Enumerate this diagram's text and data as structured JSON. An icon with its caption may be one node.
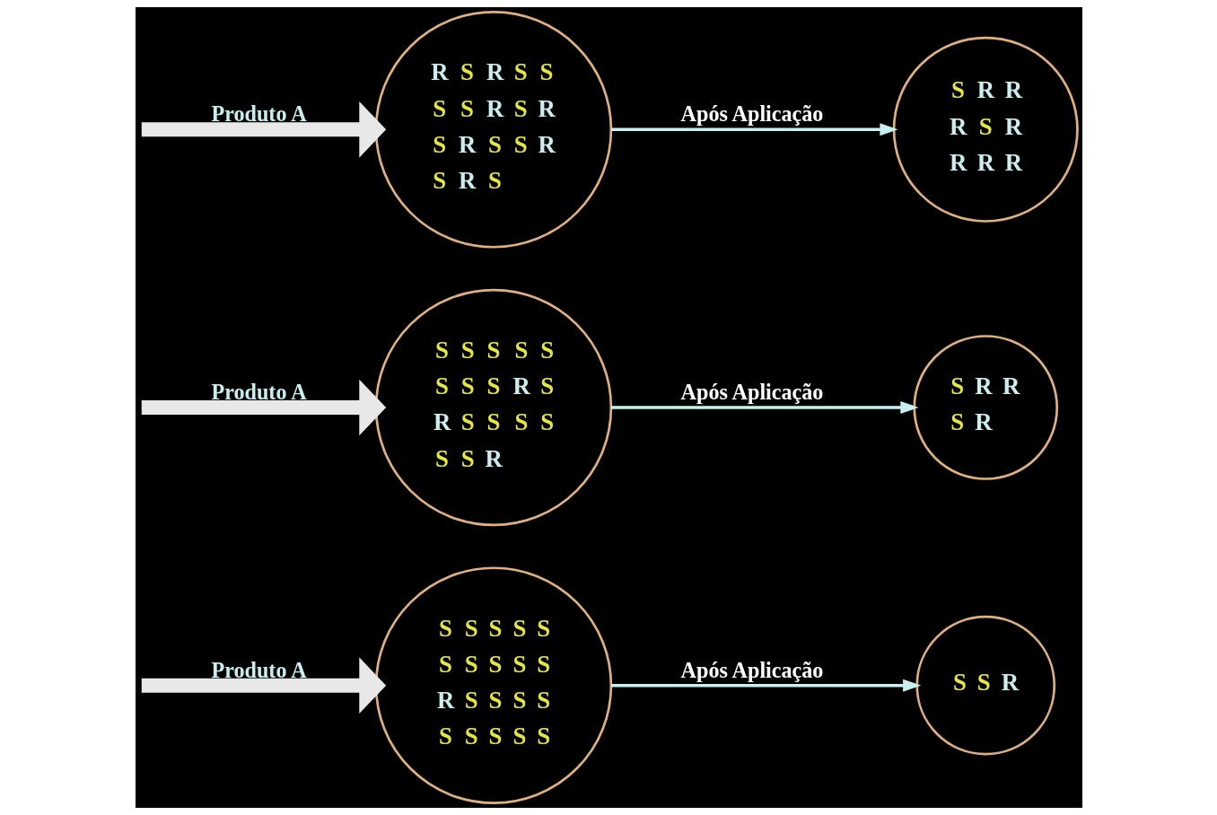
{
  "diagram": {
    "nodes": [
      {
        "text": [
          "S",
          "S",
          "S",
          "S",
          "S",
          "S",
          "S",
          "S",
          "S",
          "S",
          "R",
          "S",
          "S",
          "S",
          "S",
          "S",
          "S",
          "S",
          "S",
          "S"
        ]
      },
      {
        "text": [
          "S",
          "S",
          "R"
        ]
      },
      {
        "text": [
          "S",
          "S",
          "S",
          "S",
          "S",
          "S",
          "S",
          "S",
          "R",
          "S",
          "R",
          "S",
          "S",
          "S",
          "S",
          "S",
          "S",
          "R"
        ]
      },
      {
        "text": [
          "S",
          "R",
          "R",
          "S",
          "R"
        ]
      },
      {
        "text": [
          "R",
          "S",
          "R",
          "S",
          "S",
          "S",
          "S",
          "R",
          "S",
          "R",
          "S",
          "R",
          "S",
          "S",
          "R",
          "S",
          "R",
          "S"
        ]
      },
      {
        "text": [
          "S",
          "R",
          "R",
          "R",
          "S",
          "R",
          "R",
          "R",
          "R"
        ]
      }
    ],
    "edges": [
      {
        "from": null,
        "to": 0,
        "arrow": "to",
        "label": "Produto A",
        "style": "thick",
        "color": "#e8e8e8"
      },
      {
        "from": 0,
        "to": 1,
        "arrow": "to",
        "label": "Após Aplicação"
      },
      {
        "from": null,
        "to": 2,
        "arrow": "to",
        "label": "Produto A",
        "style": "thick",
        "color": "#e8e8e8"
      },
      {
        "from": 2,
        "to": 3,
        "arrow": "to",
        "label": "Após Aplicação"
      },
      {
        "from": null,
        "to": 4,
        "arrow": "to",
        "label": "Produto A",
        "style": "thick",
        "color": "#e8e8e8"
      },
      {
        "from": 4,
        "to": 5,
        "arrow": "to",
        "label": "Após Aplicação"
      }
    ]
  }
}
